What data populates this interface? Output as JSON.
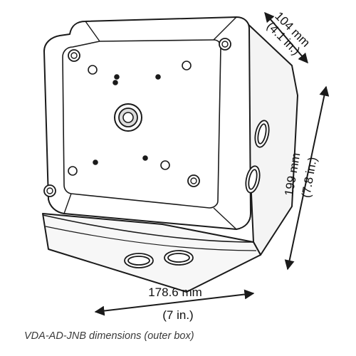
{
  "dimensions": {
    "depth": {
      "metric": "104 mm",
      "imperial": "(4.1 in.)"
    },
    "height": {
      "metric": "199 mm",
      "imperial": "(7.8 in.)"
    },
    "width": {
      "metric": "178.6 mm",
      "imperial": "(7 in.)"
    }
  },
  "caption": "VDA-AD-JNB dimensions (outer box)",
  "colors": {
    "line": "#1a1a1a",
    "fill": "#ffffff",
    "shade": "#f1f1f1"
  }
}
